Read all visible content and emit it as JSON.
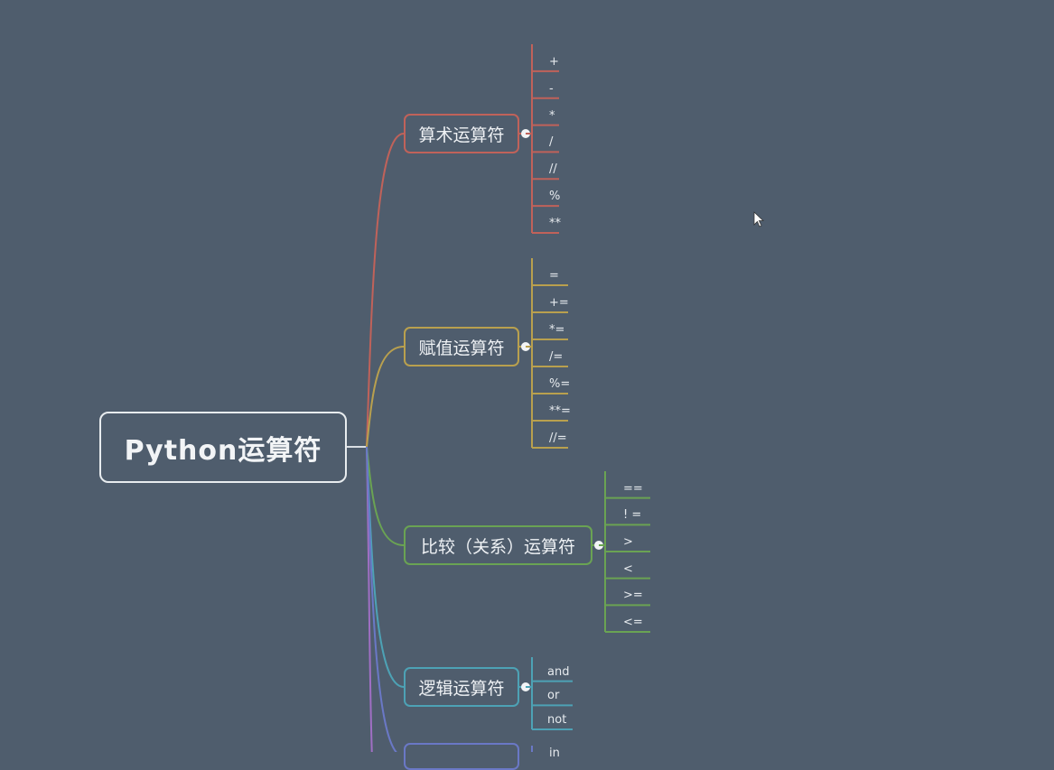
{
  "root": {
    "label": "Python运算符"
  },
  "branches": [
    {
      "label": "算术运算符",
      "color": "#c0625a",
      "items": [
        "+",
        "-",
        "*",
        "/",
        "//",
        "%",
        "**"
      ]
    },
    {
      "label": "赋值运算符",
      "color": "#b9a04e",
      "items": [
        "=",
        "+=",
        "*=",
        "/=",
        "%=",
        "**=",
        "//="
      ]
    },
    {
      "label": "比较（关系）运算符",
      "color": "#6aa353",
      "items": [
        "==",
        "! =",
        ">",
        "<",
        ">=",
        "<="
      ]
    },
    {
      "label": "逻辑运算符",
      "color": "#4da2b5",
      "items": [
        "and",
        "or",
        "not"
      ]
    },
    {
      "label": "",
      "color": "#6a78c6",
      "items": [
        "in"
      ]
    }
  ],
  "extra_curve_color": "#a06fc4"
}
